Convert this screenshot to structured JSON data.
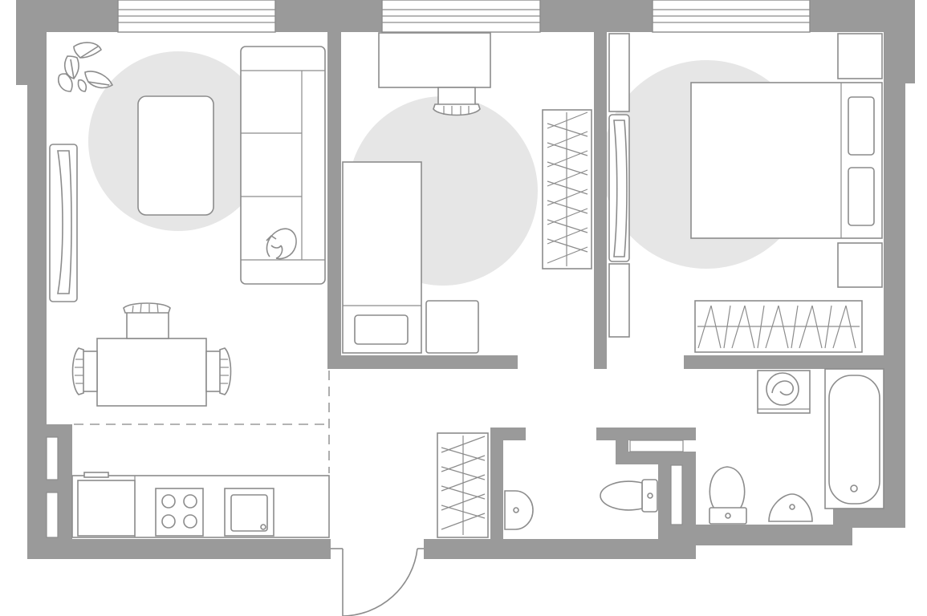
{
  "floor_plan": {
    "rooms": [
      "living-kitchen",
      "bedroom-1",
      "bedroom-2",
      "hallway",
      "toilet",
      "bathroom"
    ],
    "colors": {
      "wall": "#9a9a9a",
      "line": "#8c8c8c",
      "zone": "#e6e6e6",
      "background": "#ffffff"
    },
    "icons": [
      "plant-icon",
      "cat-icon",
      "washing-machine-icon",
      "toilet-icon",
      "sink-icon",
      "bathtub-icon",
      "stove-icon",
      "bed-icon",
      "sofa-icon"
    ]
  }
}
